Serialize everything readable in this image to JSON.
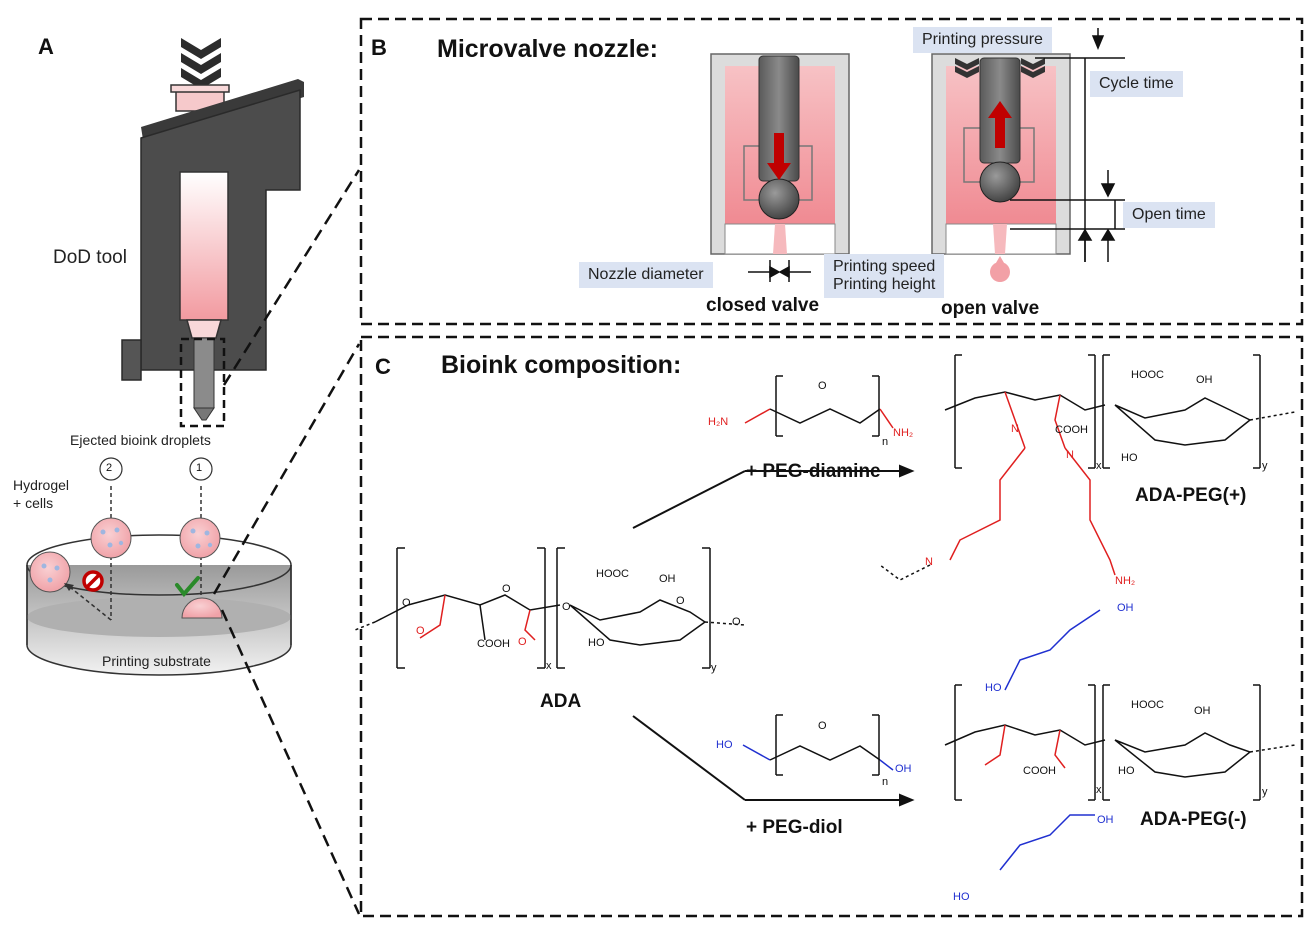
{
  "panel_a": {
    "letter": "A",
    "tool_label": "DoD tool",
    "droplets_label": "Ejected bioink droplets",
    "hydrogel_label_line1": "Hydrogel",
    "hydrogel_label_line2": "+ cells",
    "droplet_1": "1",
    "droplet_2": "2",
    "substrate_label": "Printing substrate"
  },
  "panel_b": {
    "letter": "B",
    "title": "Microvalve nozzle:",
    "printing_pressure": "Printing pressure",
    "cycle_time": "Cycle time",
    "open_time": "Open time",
    "nozzle_diameter": "Nozzle diameter",
    "printing_speed": "Printing speed",
    "printing_height": "Printing height",
    "closed_valve": "closed valve",
    "open_valve": "open valve"
  },
  "panel_c": {
    "letter": "C",
    "title": "Bioink composition:",
    "ada": "ADA",
    "peg_diamine": "+ PEG-diamine",
    "peg_diol": "+ PEG-diol",
    "ada_peg_plus": "ADA-PEG(+)",
    "ada_peg_minus": "ADA-PEG(-)",
    "chem": {
      "h2n": "H₂N",
      "nh2": "NH₂",
      "n": "n",
      "x": "x",
      "y": "y",
      "o": "O",
      "ho": "HO",
      "oh": "OH",
      "hooc": "HOOC",
      "cooh": "COOH",
      "n_atom": "N"
    }
  },
  "colors": {
    "tool_body": "#4a4a4a",
    "bioink_pink": "#f4a7ab",
    "arrow_red": "#c00000",
    "label_bg": "#dbe3f2",
    "amine_red": "#e02020",
    "diol_blue": "#2030d0",
    "check_green": "#2a8a2a"
  }
}
